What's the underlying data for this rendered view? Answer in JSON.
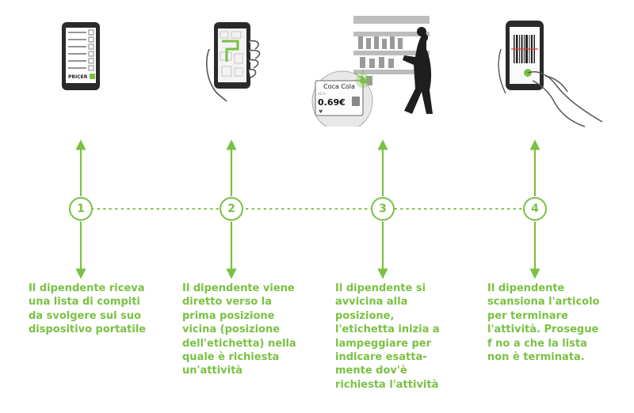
{
  "colors": {
    "accent": "#7ac143",
    "ink": "#2a2a2a",
    "grey": "#9a9a9a"
  },
  "device_logo": "PRICER",
  "tag": {
    "product": "Coca Cola",
    "price": "0.69€",
    "small_code": "33 cl"
  },
  "steps": [
    {
      "number": "1",
      "icon": "phone-task-list-icon",
      "text": "Il dipendente riceva\nuna lista di compiti\nda svolgere sul suo\ndispositivo portatile"
    },
    {
      "number": "2",
      "icon": "phone-map-hand-icon",
      "text": "Il dipendente viene\ndiretto verso la\nprima posizione\nvicina (posizione\ndell'etichetta) nella\nquale è richiesta\nun'attività"
    },
    {
      "number": "3",
      "icon": "shelf-blinking-label-icon",
      "text": "Il dipendente si\navvicina alla\nposizione,\nl'etichetta inizia a\nlampeggiare per\nindicare esatta-\nmente dov'è\nrichiesta l'attività"
    },
    {
      "number": "4",
      "icon": "phone-barcode-scan-icon",
      "text": "Il dipendente\nscansiona l'articolo\nper terminare\nl'attività. Prosegue\nf no a che la lista\nnon è terminata."
    }
  ]
}
